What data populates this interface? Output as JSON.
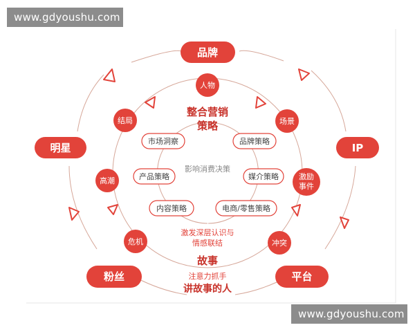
{
  "watermark": {
    "top": "www.gdyoushu.com",
    "bottom": "www.gdyoushu.com"
  },
  "colors": {
    "accent": "#e2433a",
    "pill_text": "#ffffff",
    "outline_fill": "#ffffff",
    "label_red": "#e2433a",
    "label_gray": "#888888",
    "ring_line": "#d6a799",
    "title_text": "#c8332b"
  },
  "outer_pills": {
    "brand": "品牌",
    "star": "明星",
    "ip": "IP",
    "fans": "粉丝",
    "platform": "平台"
  },
  "circle_nodes": {
    "person": "人物",
    "scene": "场景",
    "incentive_line1": "激励",
    "incentive_line2": "事件",
    "conflict": "冲突",
    "crisis": "危机",
    "climax": "高潮",
    "ending": "结局"
  },
  "inner_pills": {
    "market_insight": "市场洞察",
    "brand_strategy": "品牌策略",
    "product_strategy": "产品策略",
    "media_strategy": "媒介策略",
    "content_strategy": "内容策略",
    "retail_strategy": "电商/零售策略"
  },
  "center": {
    "title_line1": "整合营销",
    "title_line2": "策略",
    "influence": "影响消费决策",
    "emotion_line1": "激发深层认识与",
    "emotion_line2": "情感联结",
    "story": "故事",
    "attention": "注意力抓手",
    "storyteller": "讲故事的人"
  }
}
